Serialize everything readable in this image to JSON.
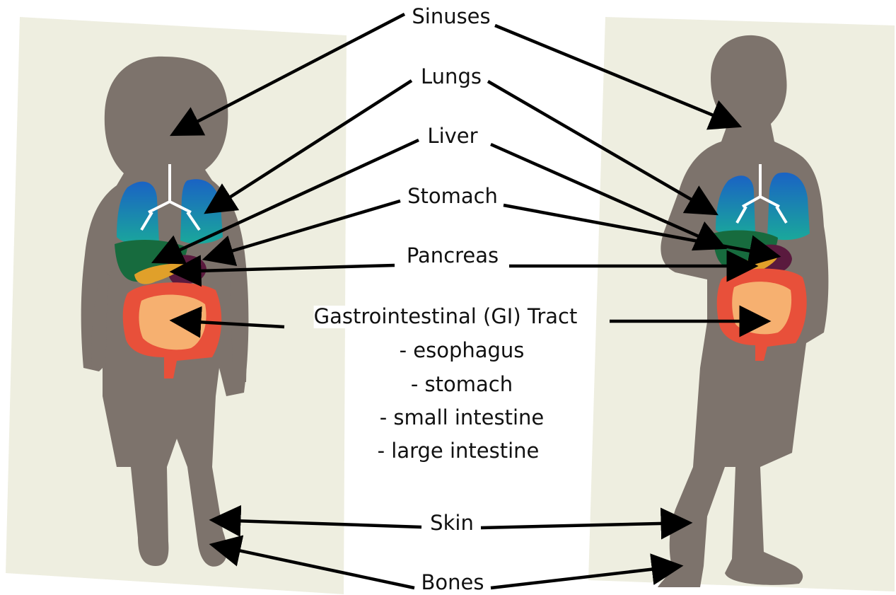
{
  "labels": {
    "sinuses": "Sinuses",
    "lungs": "Lungs",
    "liver": "Liver",
    "stomach": "Stomach",
    "pancreas": "Pancreas",
    "gi_tract": "Gastrointestinal (GI) Tract",
    "gi_items": [
      "- esophagus",
      "- stomach",
      "- small intestine",
      "- large intestine"
    ],
    "skin": "Skin",
    "bones": "Bones"
  },
  "figures": {
    "left": "girl-silhouette",
    "right": "boy-silhouette"
  },
  "colors": {
    "silhouette": "#7d736c",
    "paper": "#eeeee0",
    "lung_top": "#1a63c4",
    "lung_bottom": "#1aa89b",
    "liver": "#176b3e",
    "stomach": "#5a1a3e",
    "pancreas": "#e0a02a",
    "intestine": "#f08a4a",
    "arrow": "#000000"
  }
}
